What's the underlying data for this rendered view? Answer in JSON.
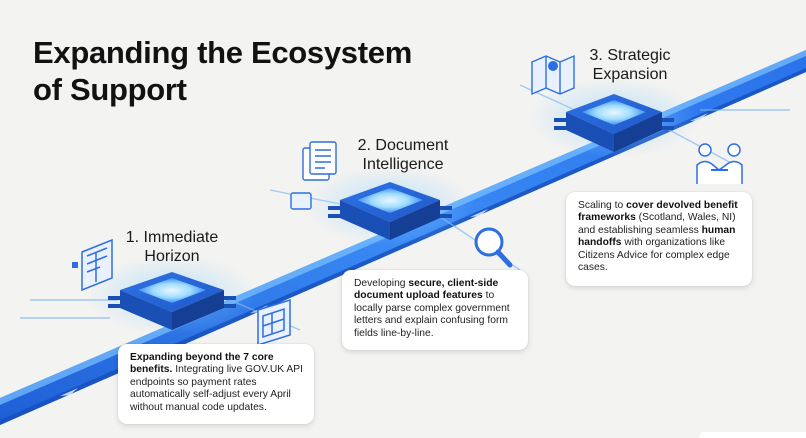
{
  "title": {
    "line1": "Expanding the Ecosystem",
    "line2": "of Support"
  },
  "steps": [
    {
      "title_line1": "1. Immediate",
      "title_line2": "Horizon",
      "text": [
        {
          "t": "Expanding beyond the 7 core benefits.",
          "b": true
        },
        {
          "t": " Integrating live GOV.UK API endpoints so payment rates automatically self-adjust every April without manual code updates.",
          "b": false
        }
      ]
    },
    {
      "title_line1": "2. Document",
      "title_line2": "Intelligence",
      "text": [
        {
          "t": "Developing ",
          "b": false
        },
        {
          "t": "secure, client-side document upload features",
          "b": true
        },
        {
          "t": " to locally parse complex government letters and explain confusing form fields line-by-line.",
          "b": false
        }
      ]
    },
    {
      "title_line1": "3. Strategic",
      "title_line2": "Expansion",
      "text": [
        {
          "t": "Scaling to ",
          "b": false
        },
        {
          "t": "cover devolved benefit frameworks",
          "b": true
        },
        {
          "t": " (Scotland, Wales, NI) and establishing seamless ",
          "b": false
        },
        {
          "t": "human handoffs",
          "b": true
        },
        {
          "t": " with organizations like Citizens Advice for complex edge cases.",
          "b": false
        }
      ]
    }
  ],
  "icons": {
    "step1": [
      "blueprint-icon",
      "floor-plan-icon"
    ],
    "step2": [
      "documents-icon",
      "magnifier-icon"
    ],
    "step3": [
      "map-location-icon",
      "handshake-icon"
    ]
  },
  "colors": {
    "beam": "#2f7bf0",
    "glow": "#8fd0ff",
    "node_top": "#3f8cf5",
    "icon_blue": "#2d6fe0",
    "background": "#f3f3f1"
  }
}
